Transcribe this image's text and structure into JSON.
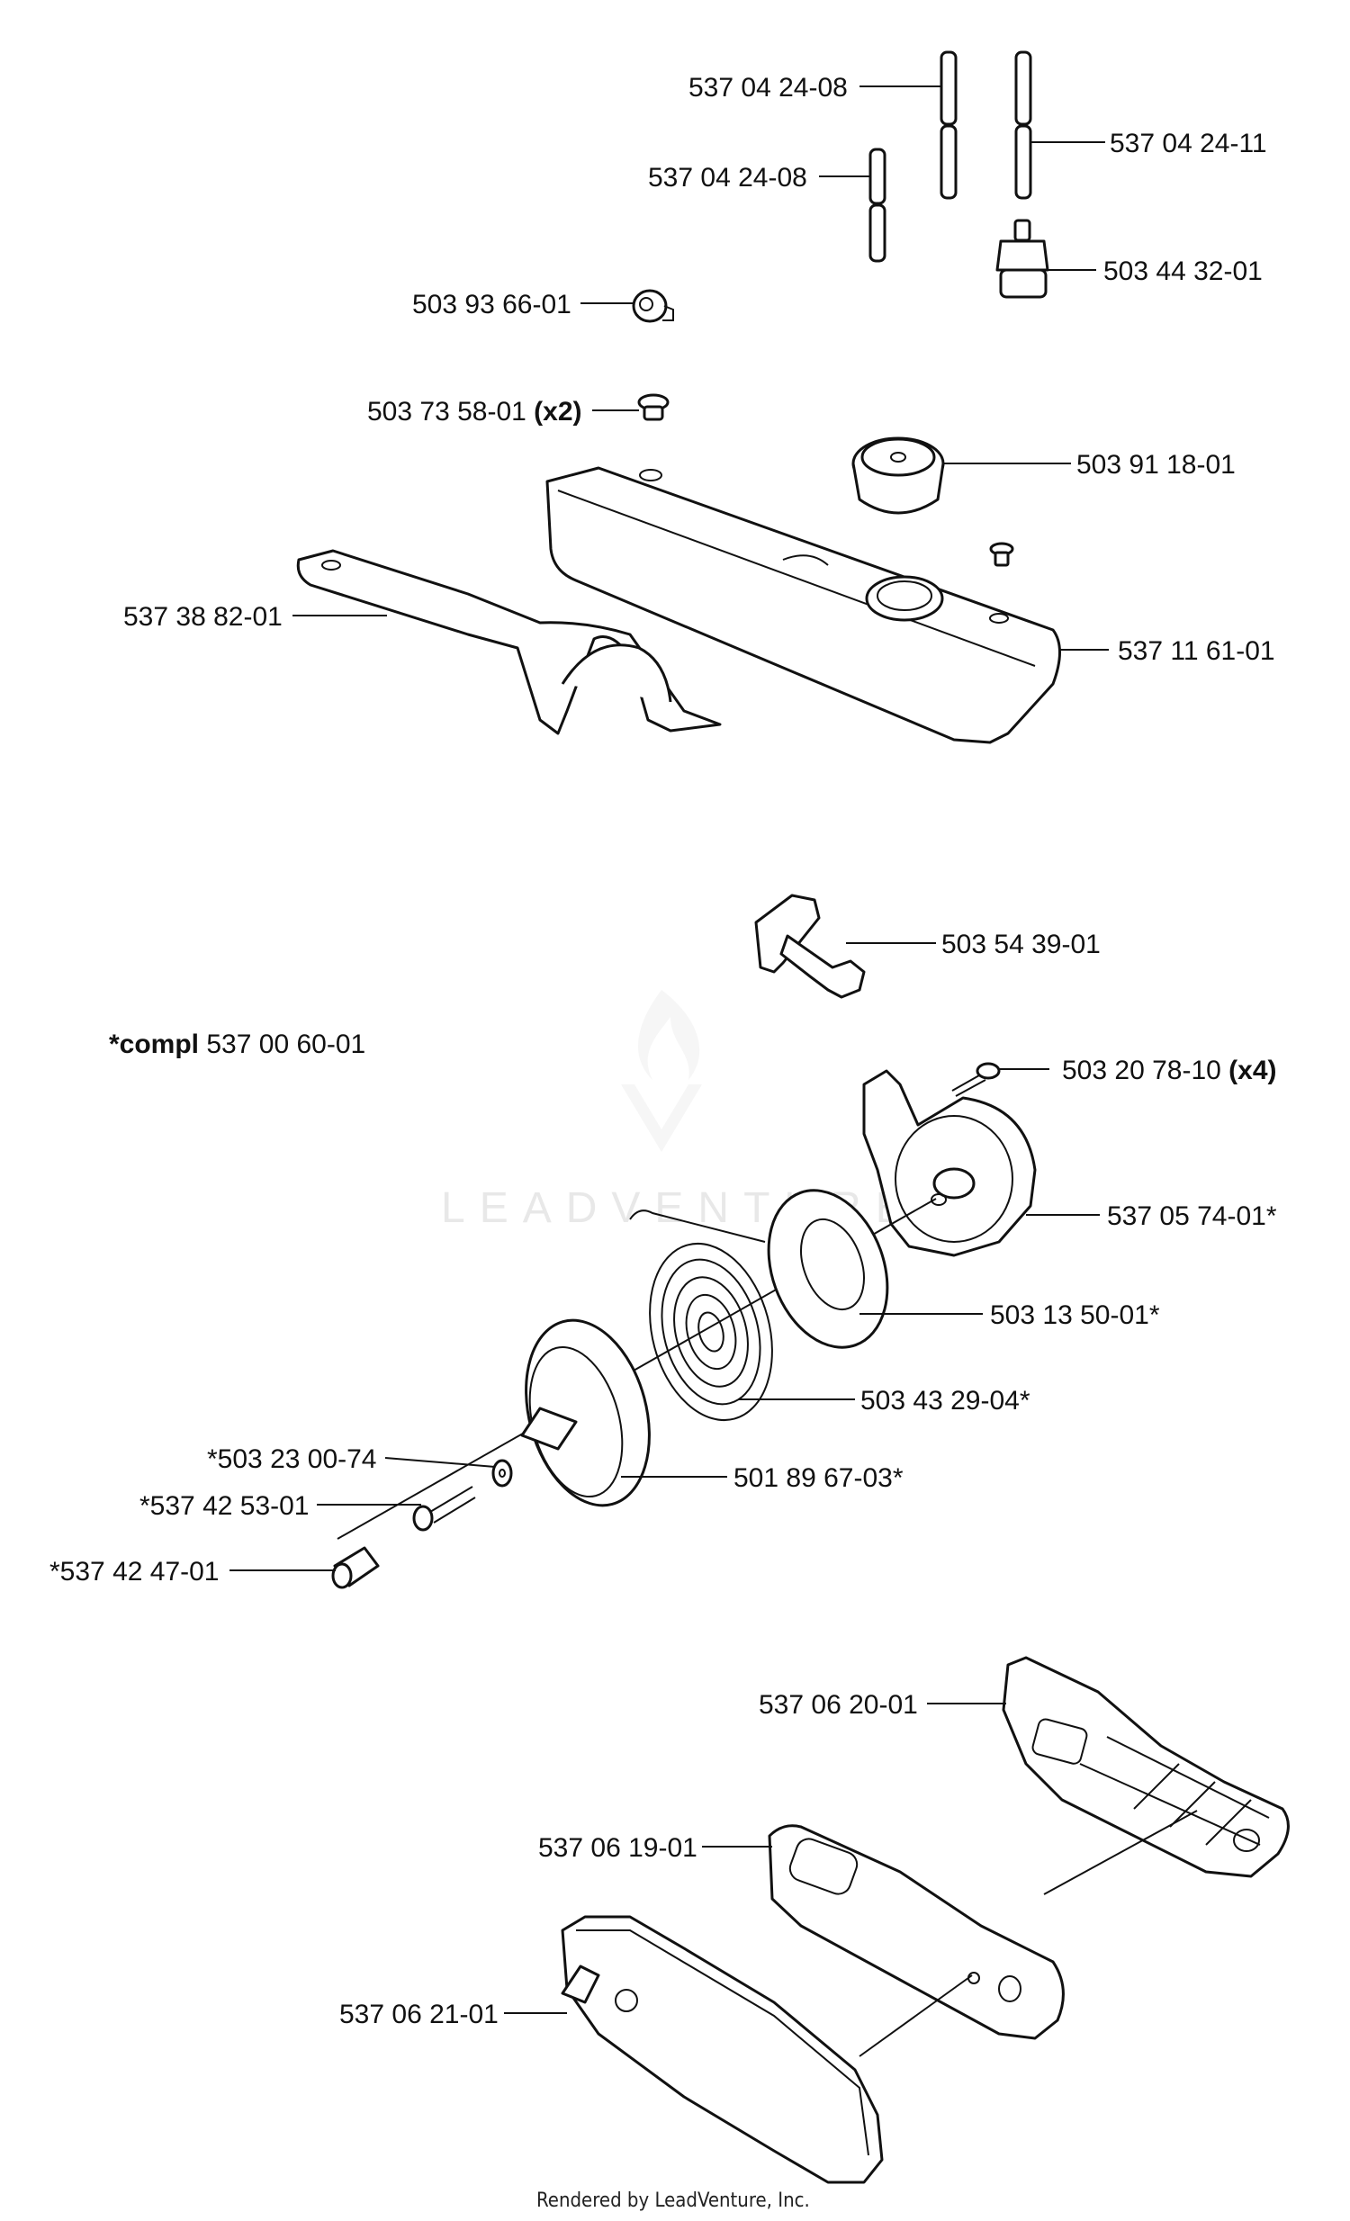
{
  "watermark": "LEADVENTURE",
  "footer": "Rendered by LeadVenture, Inc.",
  "kit_label": {
    "prefix": "*compl",
    "number": "537 00 60-01"
  },
  "labels": [
    {
      "id": "p1",
      "text": "537 04 24-08"
    },
    {
      "id": "p2",
      "text": "537 04 24-11"
    },
    {
      "id": "p3",
      "text": "537 04 24-08"
    },
    {
      "id": "p4",
      "text": "503 44 32-01"
    },
    {
      "id": "p5",
      "text": "503 93 66-01"
    },
    {
      "id": "p6",
      "text": "503 73 58-01",
      "qty": "(x2)"
    },
    {
      "id": "p7",
      "text": "503 91 18-01"
    },
    {
      "id": "p8",
      "text": "537 38 82-01"
    },
    {
      "id": "p9",
      "text": "537 11 61-01"
    },
    {
      "id": "p10",
      "text": "503 54 39-01"
    },
    {
      "id": "p11",
      "text": "503 20 78-10",
      "qty": "(x4)"
    },
    {
      "id": "p12",
      "text": "537 05 74-01*"
    },
    {
      "id": "p13",
      "text": "503 13 50-01*"
    },
    {
      "id": "p14",
      "text": "503 43 29-04*"
    },
    {
      "id": "p15",
      "text": "*503 23 00-74"
    },
    {
      "id": "p16",
      "text": "501 89 67-03*"
    },
    {
      "id": "p17",
      "text": "*537 42 53-01"
    },
    {
      "id": "p18",
      "text": "*537 42 47-01"
    },
    {
      "id": "p19",
      "text": "537 06 20-01"
    },
    {
      "id": "p20",
      "text": "537 06 19-01"
    },
    {
      "id": "p21",
      "text": "537 06 21-01"
    }
  ]
}
